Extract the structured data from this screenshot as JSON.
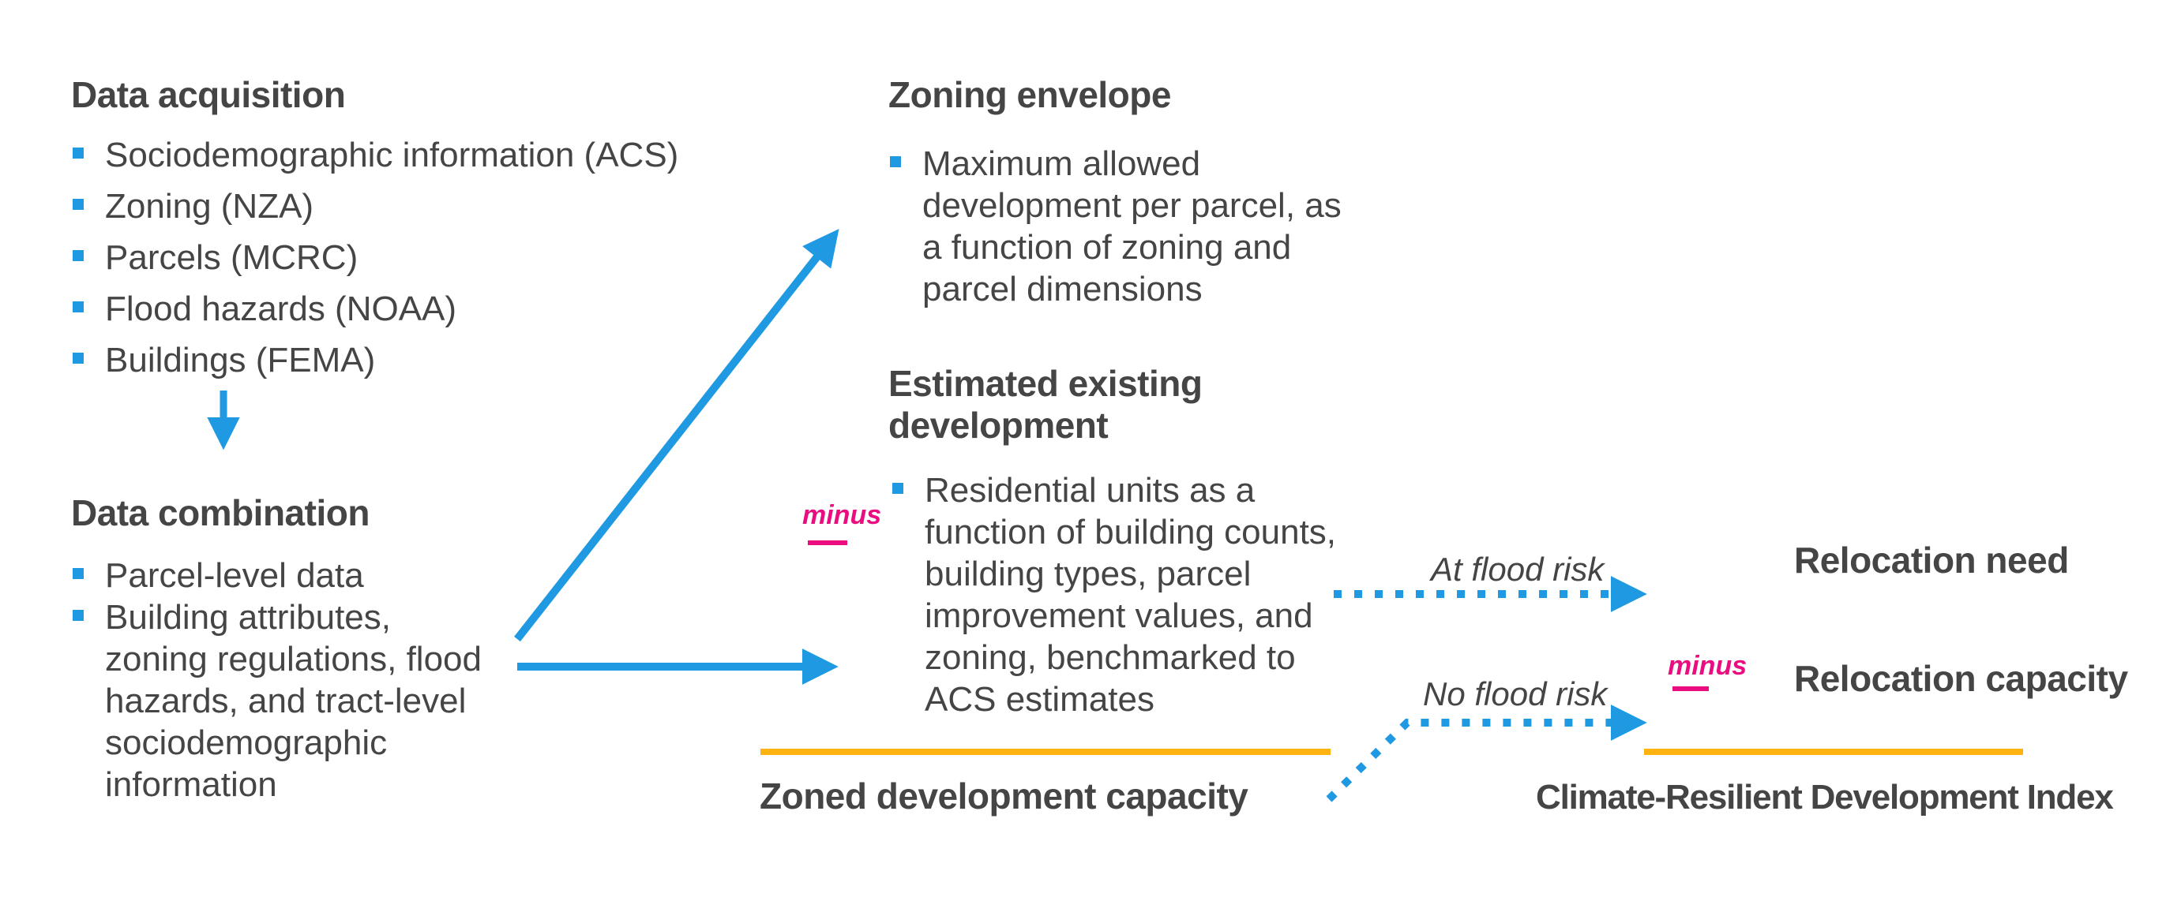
{
  "colors": {
    "blue": "#2099e3",
    "magenta": "#ea0d7f",
    "orange": "#ffb311",
    "ink": "#454545"
  },
  "left_column": {
    "data_acquisition": {
      "title": "Data acquisition",
      "items": [
        "Sociodemographic information (ACS)",
        "Zoning (NZA)",
        "Parcels (MCRC)",
        "Flood hazards (NOAA)",
        "Buildings (FEMA)"
      ]
    },
    "data_combination": {
      "title": "Data combination",
      "items": [
        "Parcel-level data",
        "Building attributes,\nzoning regulations, flood\nhazards, and tract-level\nsociodemographic\ninformation"
      ]
    }
  },
  "middle_column": {
    "zoning_envelope": {
      "title": "Zoning envelope",
      "items": [
        "Maximum allowed\ndevelopment per parcel, as\na function of zoning and\nparcel dimensions"
      ]
    },
    "estimated_existing_development": {
      "title": "Estimated existing\ndevelopment",
      "items": [
        "Residential units as a\nfunction of building counts,\nbuilding types, parcel\nimprovement values, and\nzoning, benchmarked to\nACS estimates"
      ]
    },
    "minus_label": "minus",
    "result_label": "Zoned development capacity"
  },
  "right_column": {
    "at_flood_risk_label": "At flood risk",
    "no_flood_risk_label": "No flood risk",
    "relocation_need_label": "Relocation need",
    "minus_label": "minus",
    "relocation_capacity_label": "Relocation capacity",
    "result_label": "Climate-Resilient Development Index"
  }
}
